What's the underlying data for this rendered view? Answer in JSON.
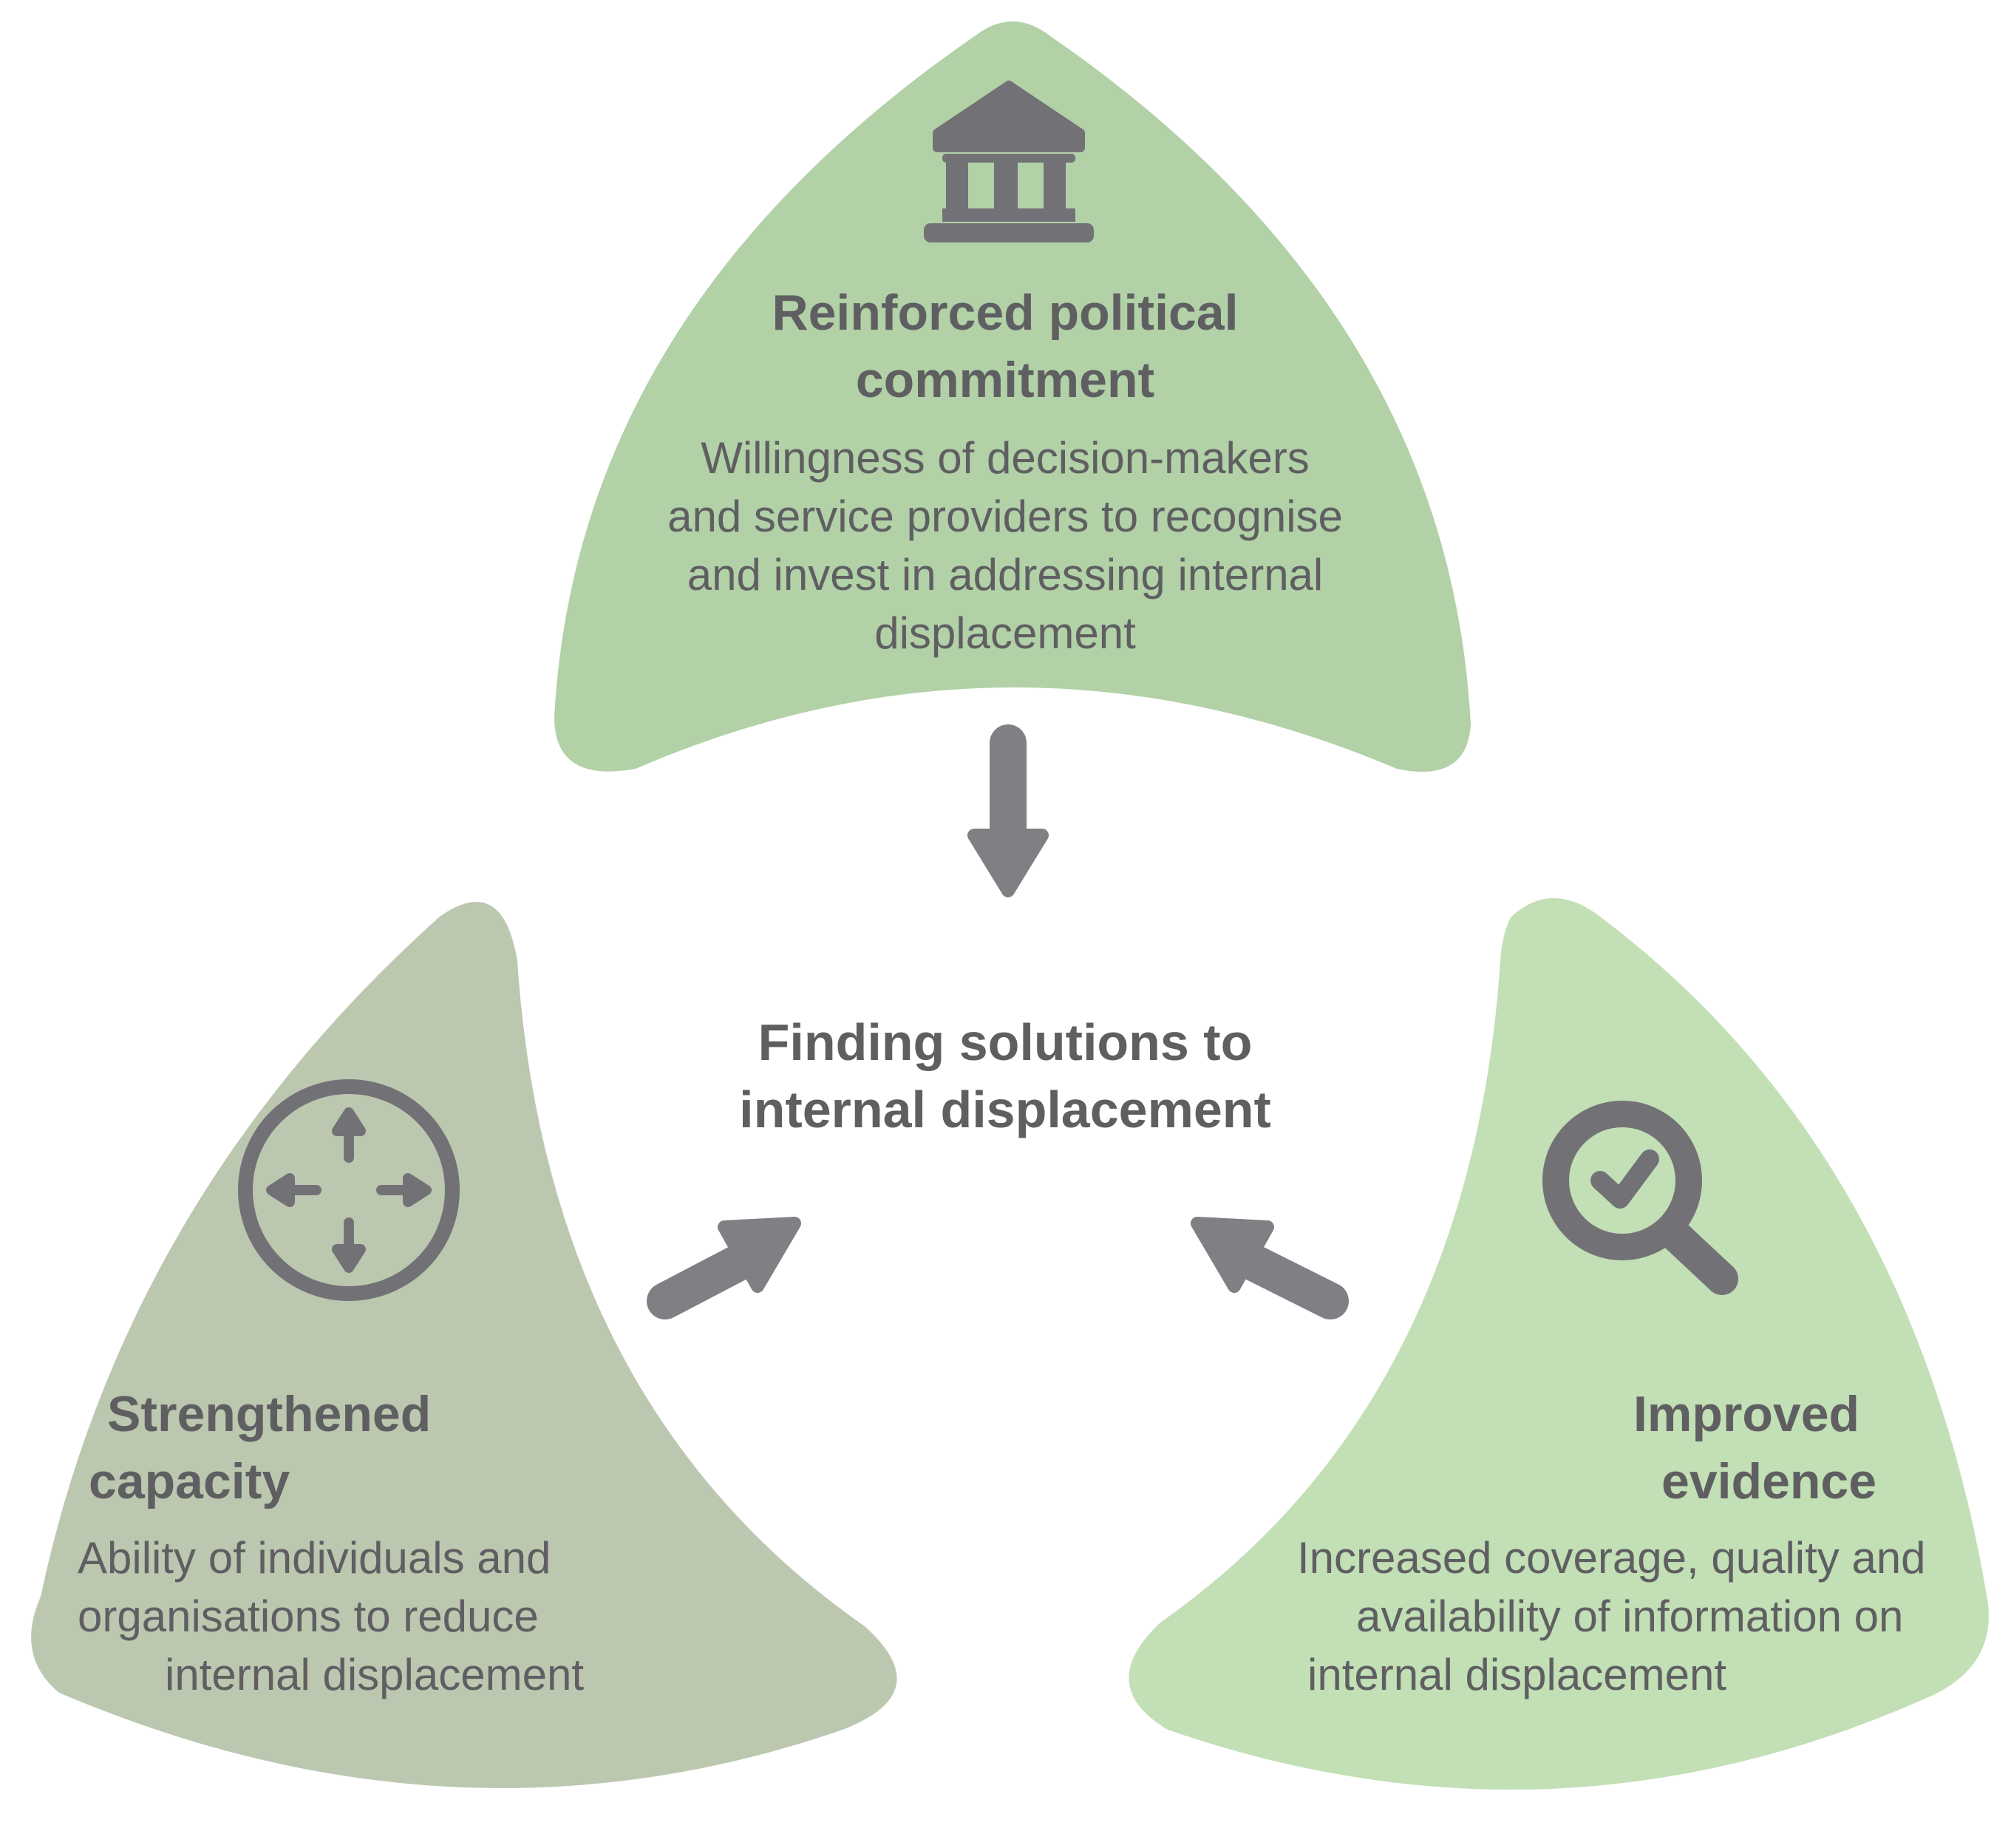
{
  "center": {
    "title_lines": [
      "Finding solutions to",
      "internal displacement"
    ]
  },
  "petals": {
    "top": {
      "title_lines": [
        "Reinforced political",
        "commitment"
      ],
      "description_lines": [
        "Willingness of decision-makers",
        "and service providers to recognise",
        "and invest in addressing internal",
        "displacement"
      ],
      "icon": "government-building-icon",
      "color": "#b2d1a7"
    },
    "left": {
      "title_lines": [
        "Strengthened",
        "capacity"
      ],
      "description_lines": [
        "Ability of individuals and",
        "organisations to reduce",
        "internal displacement"
      ],
      "icon": "compass-arrows-icon",
      "color": "#bcc7b0"
    },
    "right": {
      "title_lines": [
        "Improved",
        "evidence"
      ],
      "description_lines": [
        "Increased coverage, quality and",
        "availability of information on",
        "internal displacement"
      ],
      "icon": "magnifier-check-icon",
      "color": "#c2dfb5"
    }
  },
  "colors": {
    "text": "#5f5f62",
    "arrow": "#7f8084",
    "background": "#ffffff"
  }
}
